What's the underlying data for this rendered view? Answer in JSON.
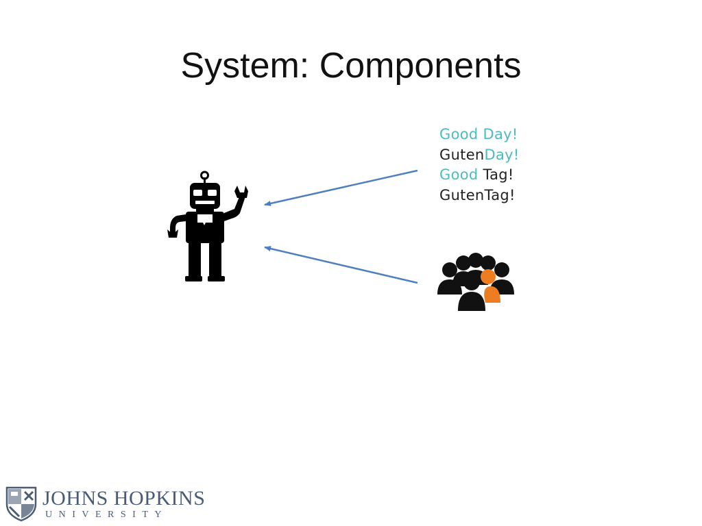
{
  "slide": {
    "title": "System: Components"
  },
  "phrases": [
    {
      "first": "Good",
      "second": "Day!"
    },
    {
      "first": "Guten",
      "second": "Day!"
    },
    {
      "first": "Good",
      "second": "Tag!"
    },
    {
      "first": "Guten",
      "second": "Tag!"
    }
  ],
  "colors": {
    "english": "#4bbcbf",
    "german": "#222222",
    "arrow": "#4f7fbf",
    "crowd_main": "#111111",
    "crowd_highlight": "#ee7d22",
    "logo": "#4a5c74"
  },
  "icons": {
    "robot": "robot-icon",
    "crowd": "crowd-icon",
    "logo_shield": "university-shield-icon"
  },
  "logo": {
    "name": "JOHNS HOPKINS",
    "subtitle": "UNIVERSITY"
  }
}
